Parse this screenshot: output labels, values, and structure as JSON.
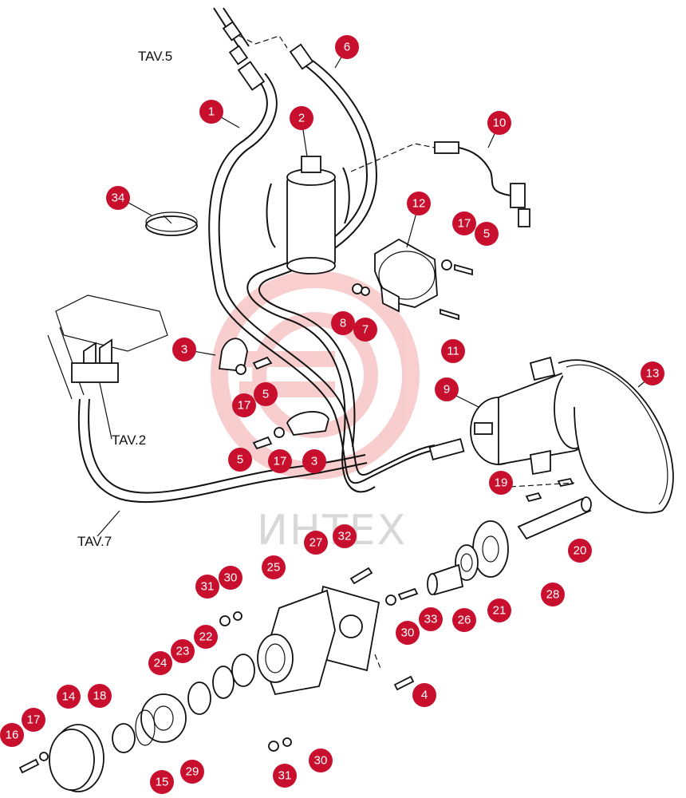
{
  "watermark": {
    "text": "ИНТЕХ",
    "logo_color": "#f3a6a6"
  },
  "colors": {
    "callout": "#c8102e",
    "line": "#111111"
  },
  "references": [
    {
      "id": "tav5",
      "label": "TAV.5"
    },
    {
      "id": "tav2",
      "label": "TAV.2"
    },
    {
      "id": "tav7",
      "label": "TAV.7"
    }
  ],
  "callouts": [
    "1",
    "2",
    "6",
    "10",
    "34",
    "12",
    "17",
    "5",
    "8",
    "7",
    "11",
    "3",
    "17",
    "5",
    "9",
    "13",
    "5",
    "17",
    "3",
    "19",
    "20",
    "28",
    "32",
    "27",
    "31",
    "30",
    "25",
    "21",
    "26",
    "33",
    "30",
    "22",
    "23",
    "24",
    "14",
    "18",
    "4",
    "17",
    "16",
    "15",
    "29",
    "30",
    "31"
  ]
}
